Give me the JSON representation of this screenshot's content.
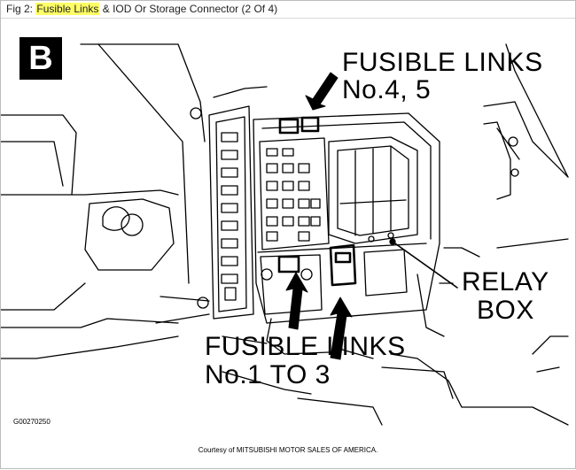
{
  "caption": {
    "prefix": "Fig 2:",
    "highlight": "Fusible Links",
    "rest": "& IOD Or Storage Connector (2 Of 4)"
  },
  "diagram": {
    "view_badge": "B",
    "label_upper_line1": "FUSIBLE LINKS",
    "label_upper_line2": "No.4, 5",
    "label_relay_line1": "RELAY",
    "label_relay_line2": "BOX",
    "label_lower_line1": "FUSIBLE LINKS",
    "label_lower_line2": "No.1 TO 3",
    "figure_code": "G00270250",
    "courtesy": "Courtesy of MITSUBISHI MOTOR SALES OF AMERICA."
  },
  "colors": {
    "highlight": "#ffff66",
    "line": "#000000",
    "frame": "#bcbcbc"
  }
}
